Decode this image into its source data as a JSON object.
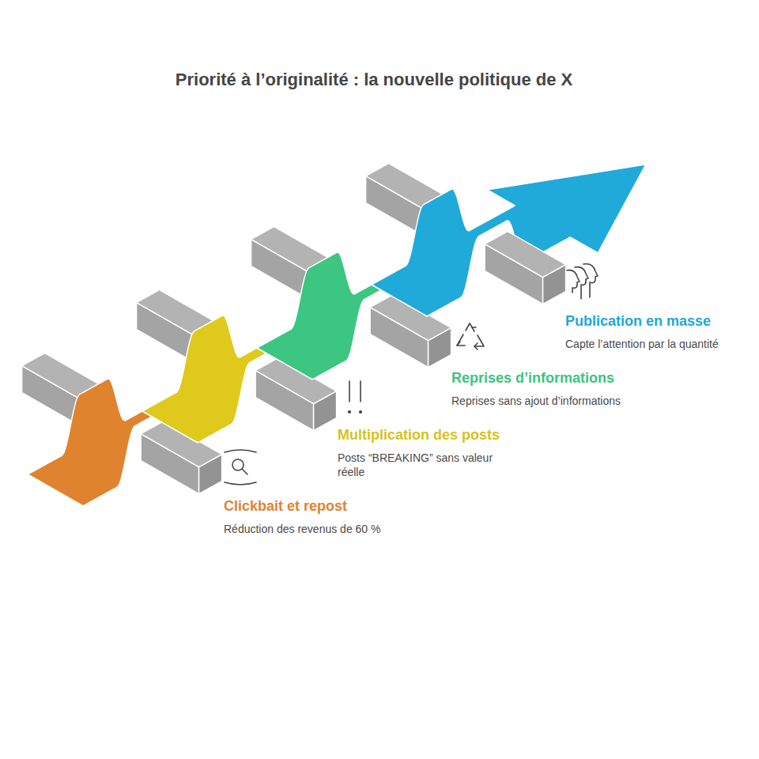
{
  "diagram": {
    "title": "Priorité à l’originalité : la nouvelle politique de X",
    "nodes": [
      {
        "text": [
          "Clickbait et repost",
          "Réduction des revenus de 60 %"
        ]
      },
      {
        "text": [
          "Multiplication des posts",
          "Posts “BREAKING” sans valeur réelle"
        ]
      },
      {
        "text": [
          "Reprises d’informations",
          "Reprises sans ajout d’informations"
        ]
      },
      {
        "text": [
          "Publication en masse",
          "Capte l’attention par la quantité"
        ]
      }
    ]
  }
}
